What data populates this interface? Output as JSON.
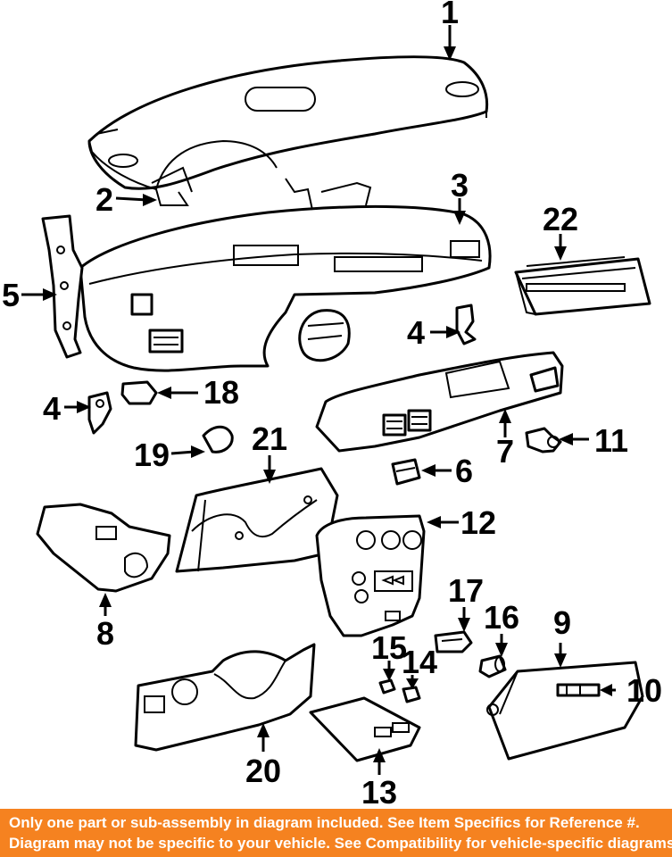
{
  "callouts": {
    "c1": "1",
    "c2": "2",
    "c3": "3",
    "c4a": "4",
    "c4b": "4",
    "c5": "5",
    "c6": "6",
    "c7": "7",
    "c8": "8",
    "c9": "9",
    "c10": "10",
    "c11": "11",
    "c12": "12",
    "c13": "13",
    "c14": "14",
    "c15": "15",
    "c16": "16",
    "c17": "17",
    "c18": "18",
    "c19": "19",
    "c20": "20",
    "c21": "21",
    "c22": "22"
  },
  "footer": {
    "line1": "Only one part or sub-assembly in diagram included. See Item Specifics for Reference #.",
    "line2": "Diagram may not be specific to your vehicle. See Compatibility for vehicle-specific diagrams."
  },
  "colors": {
    "footer_bg": "#f58220",
    "footer_text": "#ffffff",
    "line": "#000000"
  }
}
